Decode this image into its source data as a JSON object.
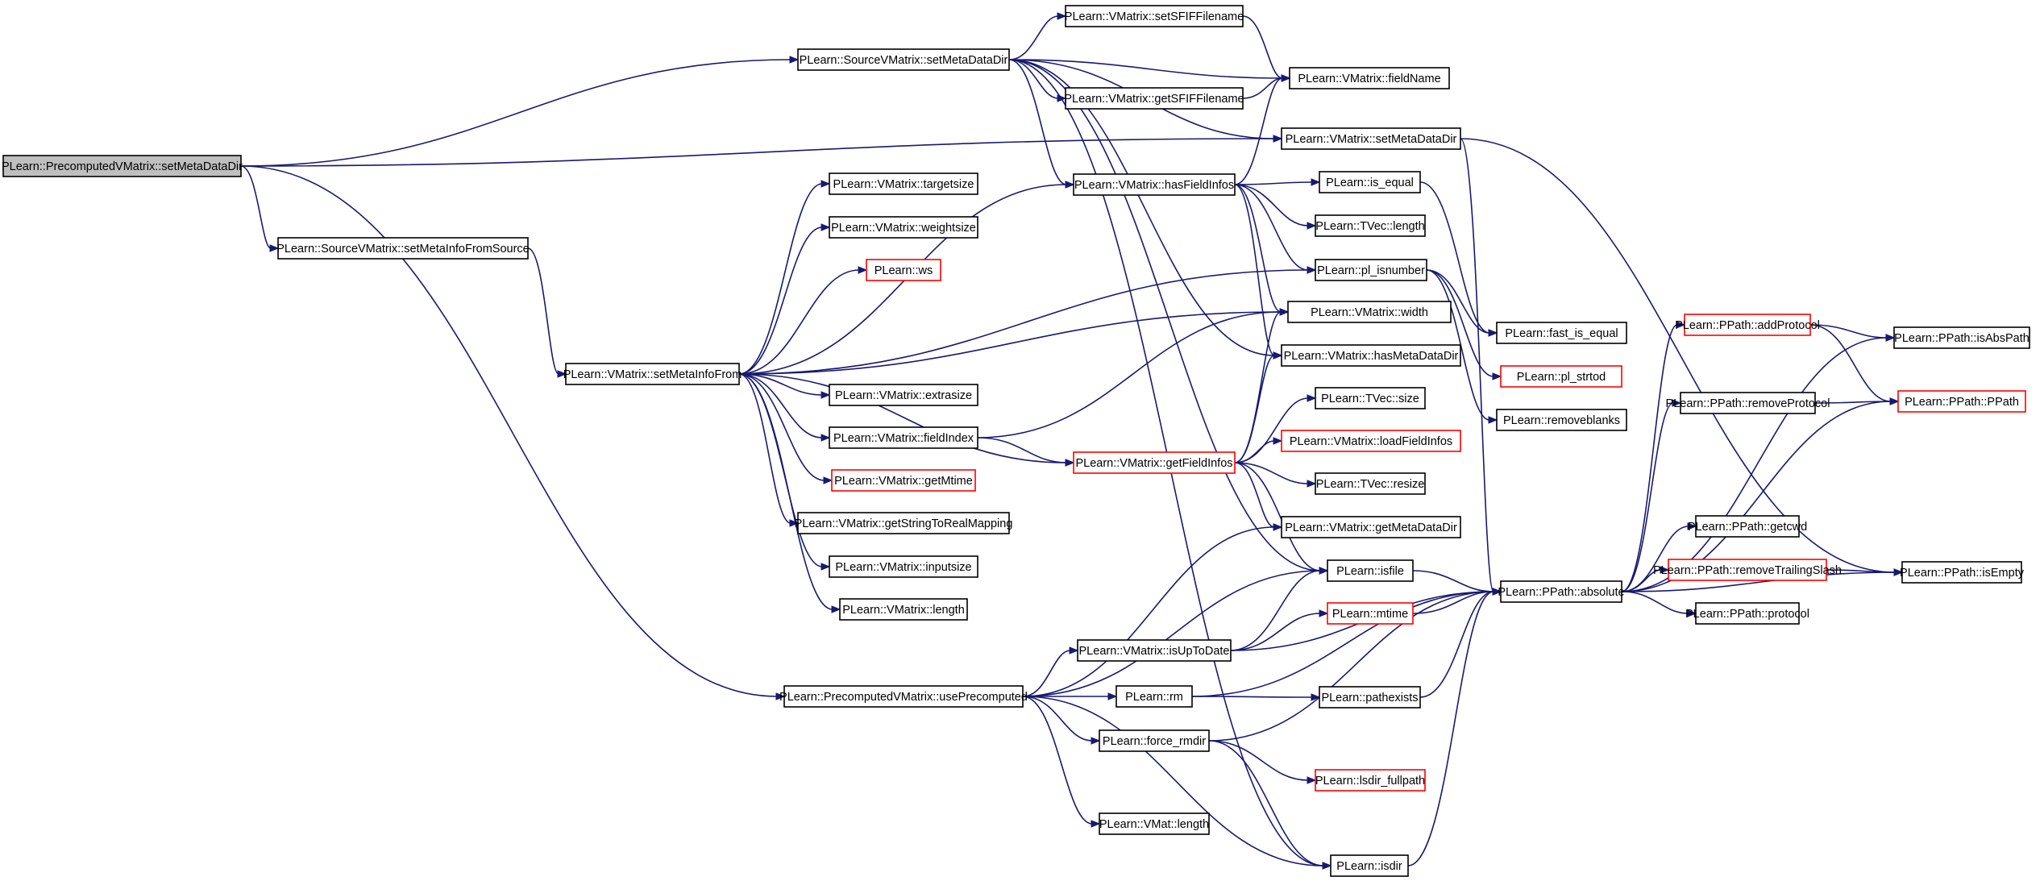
{
  "graph": {
    "nodes": [
      {
        "id": "precomp_setMetaDataDir",
        "label": "PLearn::PrecomputedVMatrix::setMetaDataDir",
        "style": "root"
      },
      {
        "id": "src_setMetaDataDir",
        "label": "PLearn::SourceVMatrix::setMetaDataDir",
        "style": "normal"
      },
      {
        "id": "setSFIFFilename",
        "label": "PLearn::VMatrix::setSFIFFilename",
        "style": "normal"
      },
      {
        "id": "getSFIFFilename",
        "label": "PLearn::VMatrix::getSFIFFilename",
        "style": "normal"
      },
      {
        "id": "fieldName",
        "label": "PLearn::VMatrix::fieldName",
        "style": "normal"
      },
      {
        "id": "vm_setMetaDataDir",
        "label": "PLearn::VMatrix::setMetaDataDir",
        "style": "normal"
      },
      {
        "id": "hasFieldInfos",
        "label": "PLearn::VMatrix::hasFieldInfos",
        "style": "normal"
      },
      {
        "id": "is_equal",
        "label": "PLearn::is_equal",
        "style": "normal"
      },
      {
        "id": "tvec_length",
        "label": "PLearn::TVec::length",
        "style": "normal"
      },
      {
        "id": "pl_isnumber",
        "label": "PLearn::pl_isnumber",
        "style": "normal"
      },
      {
        "id": "width",
        "label": "PLearn::VMatrix::width",
        "style": "normal"
      },
      {
        "id": "hasMetaDataDir",
        "label": "PLearn::VMatrix::hasMetaDataDir",
        "style": "normal"
      },
      {
        "id": "fast_is_equal",
        "label": "PLearn::fast_is_equal",
        "style": "normal"
      },
      {
        "id": "pl_strtod",
        "label": "PLearn::pl_strtod",
        "style": "red"
      },
      {
        "id": "removeblanks",
        "label": "PLearn::removeblanks",
        "style": "normal"
      },
      {
        "id": "tvec_size",
        "label": "PLearn::TVec::size",
        "style": "normal"
      },
      {
        "id": "loadFieldInfos",
        "label": "PLearn::VMatrix::loadFieldInfos",
        "style": "red"
      },
      {
        "id": "tvec_resize",
        "label": "PLearn::TVec::resize",
        "style": "normal"
      },
      {
        "id": "getMetaDataDir",
        "label": "PLearn::VMatrix::getMetaDataDir",
        "style": "normal"
      },
      {
        "id": "isfile",
        "label": "PLearn::isfile",
        "style": "normal"
      },
      {
        "id": "mtime",
        "label": "PLearn::mtime",
        "style": "red"
      },
      {
        "id": "setMetaInfoFromSource",
        "label": "PLearn::SourceVMatrix::setMetaInfoFromSource",
        "style": "normal"
      },
      {
        "id": "setMetaInfoFrom",
        "label": "PLearn::VMatrix::setMetaInfoFrom",
        "style": "normal"
      },
      {
        "id": "targetsize",
        "label": "PLearn::VMatrix::targetsize",
        "style": "normal"
      },
      {
        "id": "weightsize",
        "label": "PLearn::VMatrix::weightsize",
        "style": "normal"
      },
      {
        "id": "ws",
        "label": "PLearn::ws",
        "style": "red"
      },
      {
        "id": "extrasize",
        "label": "PLearn::VMatrix::extrasize",
        "style": "normal"
      },
      {
        "id": "fieldIndex",
        "label": "PLearn::VMatrix::fieldIndex",
        "style": "normal"
      },
      {
        "id": "getMtime",
        "label": "PLearn::VMatrix::getMtime",
        "style": "red"
      },
      {
        "id": "getStringToRealMapping",
        "label": "PLearn::VMatrix::getStringToRealMapping",
        "style": "normal"
      },
      {
        "id": "inputsize",
        "label": "PLearn::VMatrix::inputsize",
        "style": "normal"
      },
      {
        "id": "vm_length",
        "label": "PLearn::VMatrix::length",
        "style": "normal"
      },
      {
        "id": "getFieldInfos",
        "label": "PLearn::VMatrix::getFieldInfos",
        "style": "red"
      },
      {
        "id": "usePrecomputed",
        "label": "PLearn::PrecomputedVMatrix::usePrecomputed",
        "style": "normal"
      },
      {
        "id": "isUpToDate",
        "label": "PLearn::VMatrix::isUpToDate",
        "style": "normal"
      },
      {
        "id": "rm",
        "label": "PLearn::rm",
        "style": "normal"
      },
      {
        "id": "force_rmdir",
        "label": "PLearn::force_rmdir",
        "style": "normal"
      },
      {
        "id": "vmat_length",
        "label": "PLearn::VMat::length",
        "style": "normal"
      },
      {
        "id": "isdir",
        "label": "PLearn::isdir",
        "style": "normal"
      },
      {
        "id": "pathexists",
        "label": "PLearn::pathexists",
        "style": "normal"
      },
      {
        "id": "lsdir_fullpath",
        "label": "PLearn::lsdir_fullpath",
        "style": "red"
      },
      {
        "id": "ppath_absolute",
        "label": "PLearn::PPath::absolute",
        "style": "normal"
      },
      {
        "id": "addProtocol",
        "label": "PLearn::PPath::addProtocol",
        "style": "red"
      },
      {
        "id": "removeProtocol",
        "label": "PLearn::PPath::removeProtocol",
        "style": "normal"
      },
      {
        "id": "getcwd",
        "label": "PLearn::PPath::getcwd",
        "style": "normal"
      },
      {
        "id": "removeTrailingSlash",
        "label": "PLearn::PPath::removeTrailingSlash",
        "style": "red"
      },
      {
        "id": "ppath_protocol",
        "label": "PLearn::PPath::protocol",
        "style": "normal"
      },
      {
        "id": "isAbsPath",
        "label": "PLearn::PPath::isAbsPath",
        "style": "normal"
      },
      {
        "id": "ppath_ctor",
        "label": "PLearn::PPath::PPath",
        "style": "red"
      },
      {
        "id": "isEmpty",
        "label": "PLearn::PPath::isEmpty",
        "style": "normal"
      }
    ],
    "edges": [
      [
        "precomp_setMetaDataDir",
        "src_setMetaDataDir"
      ],
      [
        "precomp_setMetaDataDir",
        "vm_setMetaDataDir"
      ],
      [
        "precomp_setMetaDataDir",
        "setMetaInfoFromSource"
      ],
      [
        "precomp_setMetaDataDir",
        "usePrecomputed"
      ],
      [
        "src_setMetaDataDir",
        "setSFIFFilename"
      ],
      [
        "src_setMetaDataDir",
        "fieldName"
      ],
      [
        "src_setMetaDataDir",
        "getSFIFFilename"
      ],
      [
        "src_setMetaDataDir",
        "hasFieldInfos"
      ],
      [
        "src_setMetaDataDir",
        "vm_setMetaDataDir"
      ],
      [
        "src_setMetaDataDir",
        "hasMetaDataDir"
      ],
      [
        "src_setMetaDataDir",
        "isfile"
      ],
      [
        "src_setMetaDataDir",
        "isdir"
      ],
      [
        "setSFIFFilename",
        "fieldName"
      ],
      [
        "getSFIFFilename",
        "fieldName"
      ],
      [
        "hasFieldInfos",
        "fieldName"
      ],
      [
        "hasFieldInfos",
        "is_equal"
      ],
      [
        "hasFieldInfos",
        "tvec_length"
      ],
      [
        "hasFieldInfos",
        "pl_isnumber"
      ],
      [
        "hasFieldInfos",
        "width"
      ],
      [
        "hasFieldInfos",
        "hasMetaDataDir"
      ],
      [
        "is_equal",
        "fast_is_equal"
      ],
      [
        "pl_isnumber",
        "pl_strtod"
      ],
      [
        "pl_isnumber",
        "removeblanks"
      ],
      [
        "pl_isnumber",
        "fast_is_equal"
      ],
      [
        "vm_setMetaDataDir",
        "ppath_absolute"
      ],
      [
        "vm_setMetaDataDir",
        "isEmpty"
      ],
      [
        "setMetaInfoFromSource",
        "setMetaInfoFrom"
      ],
      [
        "setMetaInfoFrom",
        "hasFieldInfos"
      ],
      [
        "setMetaInfoFrom",
        "targetsize"
      ],
      [
        "setMetaInfoFrom",
        "weightsize"
      ],
      [
        "setMetaInfoFrom",
        "ws"
      ],
      [
        "setMetaInfoFrom",
        "pl_isnumber"
      ],
      [
        "setMetaInfoFrom",
        "width"
      ],
      [
        "setMetaInfoFrom",
        "extrasize"
      ],
      [
        "setMetaInfoFrom",
        "fieldIndex"
      ],
      [
        "setMetaInfoFrom",
        "getMtime"
      ],
      [
        "setMetaInfoFrom",
        "getStringToRealMapping"
      ],
      [
        "setMetaInfoFrom",
        "inputsize"
      ],
      [
        "setMetaInfoFrom",
        "vm_length"
      ],
      [
        "setMetaInfoFrom",
        "getFieldInfos"
      ],
      [
        "fieldIndex",
        "width"
      ],
      [
        "fieldIndex",
        "getFieldInfos"
      ],
      [
        "getFieldInfos",
        "width"
      ],
      [
        "getFieldInfos",
        "hasMetaDataDir"
      ],
      [
        "getFieldInfos",
        "tvec_size"
      ],
      [
        "getFieldInfos",
        "loadFieldInfos"
      ],
      [
        "getFieldInfos",
        "tvec_resize"
      ],
      [
        "getFieldInfos",
        "getMetaDataDir"
      ],
      [
        "getFieldInfos",
        "isfile"
      ],
      [
        "usePrecomputed",
        "getMetaDataDir"
      ],
      [
        "usePrecomputed",
        "isfile"
      ],
      [
        "usePrecomputed",
        "isUpToDate"
      ],
      [
        "usePrecomputed",
        "rm"
      ],
      [
        "usePrecomputed",
        "force_rmdir"
      ],
      [
        "usePrecomputed",
        "vmat_length"
      ],
      [
        "usePrecomputed",
        "isdir"
      ],
      [
        "isUpToDate",
        "isfile"
      ],
      [
        "isUpToDate",
        "mtime"
      ],
      [
        "isUpToDate",
        "ppath_absolute"
      ],
      [
        "rm",
        "pathexists"
      ],
      [
        "rm",
        "ppath_absolute"
      ],
      [
        "force_rmdir",
        "lsdir_fullpath"
      ],
      [
        "force_rmdir",
        "isdir"
      ],
      [
        "force_rmdir",
        "ppath_absolute"
      ],
      [
        "isfile",
        "ppath_absolute"
      ],
      [
        "mtime",
        "ppath_absolute"
      ],
      [
        "pathexists",
        "ppath_absolute"
      ],
      [
        "isdir",
        "ppath_absolute"
      ],
      [
        "ppath_absolute",
        "addProtocol"
      ],
      [
        "ppath_absolute",
        "removeProtocol"
      ],
      [
        "ppath_absolute",
        "getcwd"
      ],
      [
        "ppath_absolute",
        "removeTrailingSlash"
      ],
      [
        "ppath_absolute",
        "ppath_protocol"
      ],
      [
        "ppath_absolute",
        "isAbsPath"
      ],
      [
        "ppath_absolute",
        "ppath_ctor"
      ],
      [
        "ppath_absolute",
        "isEmpty"
      ],
      [
        "addProtocol",
        "isAbsPath"
      ],
      [
        "addProtocol",
        "ppath_ctor"
      ],
      [
        "removeProtocol",
        "ppath_ctor"
      ],
      [
        "removeTrailingSlash",
        "isEmpty"
      ]
    ]
  }
}
